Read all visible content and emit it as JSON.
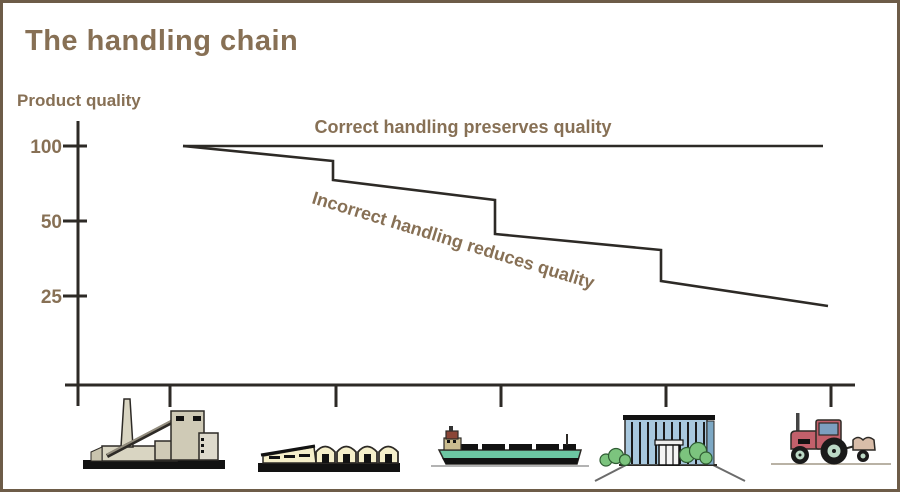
{
  "frame": {
    "title": "The handling chain"
  },
  "chart_data": {
    "type": "line",
    "title": "The handling chain",
    "ylabel": "Product quality",
    "xlabel": "",
    "grid": false,
    "y_ticks": [
      "100",
      "50",
      "25"
    ],
    "ylim": [
      0,
      110
    ],
    "stages": [
      "packing-house",
      "storage-warehouse",
      "cargo-ship",
      "market-building",
      "farm-tractor"
    ],
    "annotations": {
      "correct": "Correct handling preserves quality",
      "incorrect": "Incorrect handling reduces quality"
    },
    "series": [
      {
        "name": "Correct handling",
        "label": "Correct handling preserves quality",
        "quality_values": [
          100,
          100,
          100,
          100,
          100,
          100
        ]
      },
      {
        "name": "Incorrect handling",
        "label": "Incorrect handling reduces quality",
        "description": "quality declines gradually within each stage and drops abruptly at each transfer point",
        "quality_steps": [
          100,
          90,
          77,
          64,
          46,
          40,
          30,
          22
        ]
      }
    ],
    "render": {
      "correct_points": "180,143 820,143",
      "incorrect_points": "180,143 330,158 330,177 492,197 492,231 658,247 658,278 825,303"
    },
    "colors": {
      "accent_brown": "#877055",
      "line_dark": "#2d2a26",
      "border_tan": "#6d5c48",
      "ship_teal": "#6cc6a2",
      "building_blue": "#a8c8de",
      "tractor_red": "#c2606b",
      "warehouse_cream": "#f5efca",
      "bush_green": "#7cc47e",
      "factory_beige": "#d9d5c2"
    }
  }
}
